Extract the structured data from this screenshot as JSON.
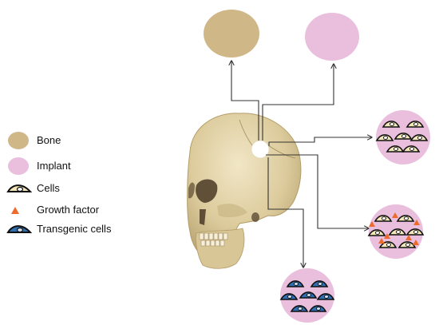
{
  "legend": {
    "items": [
      {
        "id": "bone",
        "label": "Bone",
        "icon": "bone-swatch-icon",
        "color": "#cfb787"
      },
      {
        "id": "implant",
        "label": "Implant",
        "icon": "implant-swatch-icon",
        "color": "#e9bfdd"
      },
      {
        "id": "cells",
        "label": "Cells",
        "icon": "cell-icon",
        "color": "#f3e6b8"
      },
      {
        "id": "growth_factor",
        "label": "Growth factor",
        "icon": "growth-factor-icon",
        "color": "#ee6a2c"
      },
      {
        "id": "transgenic",
        "label": "Transgenic cells",
        "icon": "transgenic-cell-icon",
        "color": "#2f6fb1"
      }
    ]
  },
  "colors": {
    "bone": "#cfb787",
    "implant": "#e9bfdd",
    "skull": "#e2d2a8",
    "cell_fill": "#f3e6b8",
    "transgenic_fill": "#2f6fb1",
    "growth_factor": "#ee6a2c",
    "arrow": "#333333"
  }
}
